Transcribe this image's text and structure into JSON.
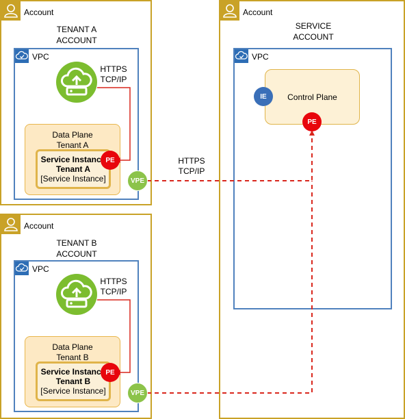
{
  "accounts": {
    "tenant_a": {
      "label": "Account",
      "title_line1": "TENANT A",
      "title_line2": "ACCOUNT"
    },
    "tenant_b": {
      "label": "Account",
      "title_line1": "TENANT B",
      "title_line2": "ACCOUNT"
    },
    "service": {
      "label": "Account",
      "title_line1": "SERVICE",
      "title_line2": "ACCOUNT"
    }
  },
  "vpc": {
    "label": "VPC"
  },
  "data_plane": {
    "a": {
      "line1": "Data Plane",
      "line2": "Tenant A"
    },
    "b": {
      "line1": "Data Plane",
      "line2": "Tenant B"
    }
  },
  "service_instance": {
    "a": {
      "line1": "Service Instance",
      "line2": "Tenant A",
      "sub": "[Service Instance]"
    },
    "b": {
      "line1": "Service Instance",
      "line2": "Tenant B",
      "sub": "[Service Instance]"
    }
  },
  "control_plane": {
    "label": "Control Plane"
  },
  "badges": {
    "pe": "PE",
    "vpe": "VPE",
    "ie": "IE"
  },
  "protocol": {
    "line1": "HTTPS",
    "line2": "TCP/IP"
  },
  "colors": {
    "account_border": "#c9a227",
    "vpc_border": "#4f81bd",
    "connector_red": "#d9261c",
    "pe_red": "#e8050c",
    "vpe_green": "#8cc34a",
    "ie_blue": "#3a6fb8",
    "cloud_green": "#7cbd2f"
  },
  "icons": {
    "account": "user-icon",
    "vpc": "vpc-cloud-icon",
    "internet": "cloud-upload-icon"
  }
}
